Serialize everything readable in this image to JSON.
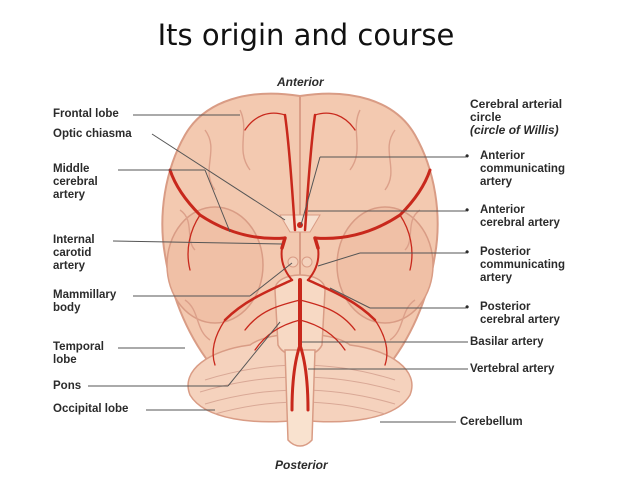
{
  "slide": {
    "title": "Its origin and course"
  },
  "orientation": {
    "top": "Anterior",
    "bottom": "Posterior"
  },
  "left_labels": {
    "frontal_lobe": "Frontal lobe",
    "optic_chiasma": "Optic chiasma",
    "middle_cerebral_artery": [
      "Middle",
      "cerebral",
      "artery"
    ],
    "internal_carotid_artery": [
      "Internal",
      "carotid",
      "artery"
    ],
    "mammillary_body": [
      "Mammillary",
      "body"
    ],
    "temporal_lobe": [
      "Temporal",
      "lobe"
    ],
    "pons": "Pons",
    "occipital_lobe": "Occipital lobe"
  },
  "right_labels": {
    "circle_heading": [
      "Cerebral arterial",
      "circle"
    ],
    "circle_subtitle": "(circle of Willis)",
    "anterior_communicating_artery": [
      "Anterior",
      "communicating",
      "artery"
    ],
    "anterior_cerebral_artery": [
      "Anterior",
      "cerebral artery"
    ],
    "posterior_communicating_artery": [
      "Posterior",
      "communicating",
      "artery"
    ],
    "posterior_cerebral_artery": [
      "Posterior",
      "cerebral artery"
    ],
    "basilar_artery": "Basilar artery",
    "vertebral_artery": "Vertebral artery",
    "cerebellum": "Cerebellum"
  },
  "colors": {
    "brain": "#f3c9b0",
    "brain_shadow": "#d99c85",
    "artery": "#c8281c",
    "leader": "#555555"
  }
}
